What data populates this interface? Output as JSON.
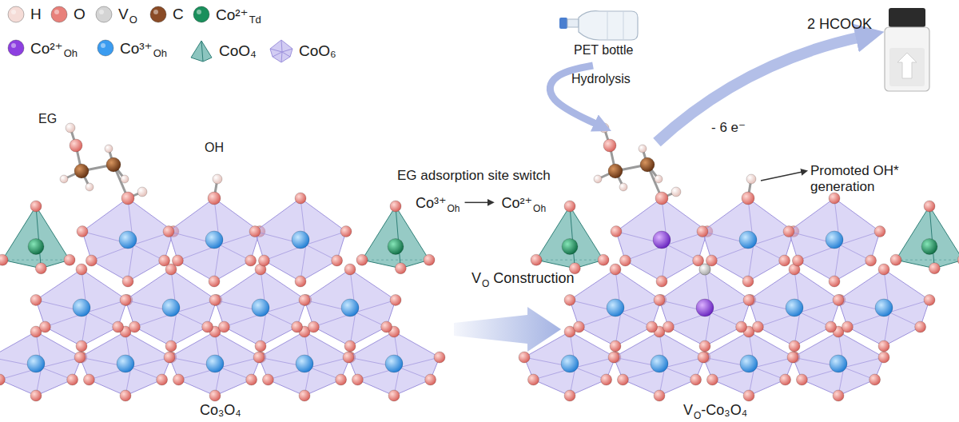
{
  "diagram": {
    "labels": [
      "O",
      "Td",
      "Oh",
      "Oh",
      "EG",
      "OH",
      "EG adsorption site switch",
      "Co³⁺",
      "Oh",
      "Co²⁺",
      "Oh",
      "V",
      "O",
      "Construction",
      "Co₃O₄",
      "PET bottle",
      "Hydrolysis",
      "2 HCOOK",
      "- 6 e⁻",
      "Promoted OH* generation",
      "V",
      "O",
      "-Co₃O₄"
    ],
    "legend": [
      {
        "text": "H",
        "color": "#f5dcd7"
      },
      {
        "text": "O",
        "color": "#e8807a"
      },
      {
        "text": "V",
        "color": "#d4d4d4"
      },
      {
        "text": "C",
        "color": "#8a4b26"
      },
      {
        "text": "Co²⁺",
        "color": "#1a8f5c"
      },
      {
        "text": "Co²⁺",
        "color": "#8d3fe0"
      },
      {
        "text": "Co³⁺",
        "color": "#3b9cf0"
      },
      {
        "text": "CoO₄"
      },
      {
        "text": "CoO₆"
      }
    ]
  }
}
